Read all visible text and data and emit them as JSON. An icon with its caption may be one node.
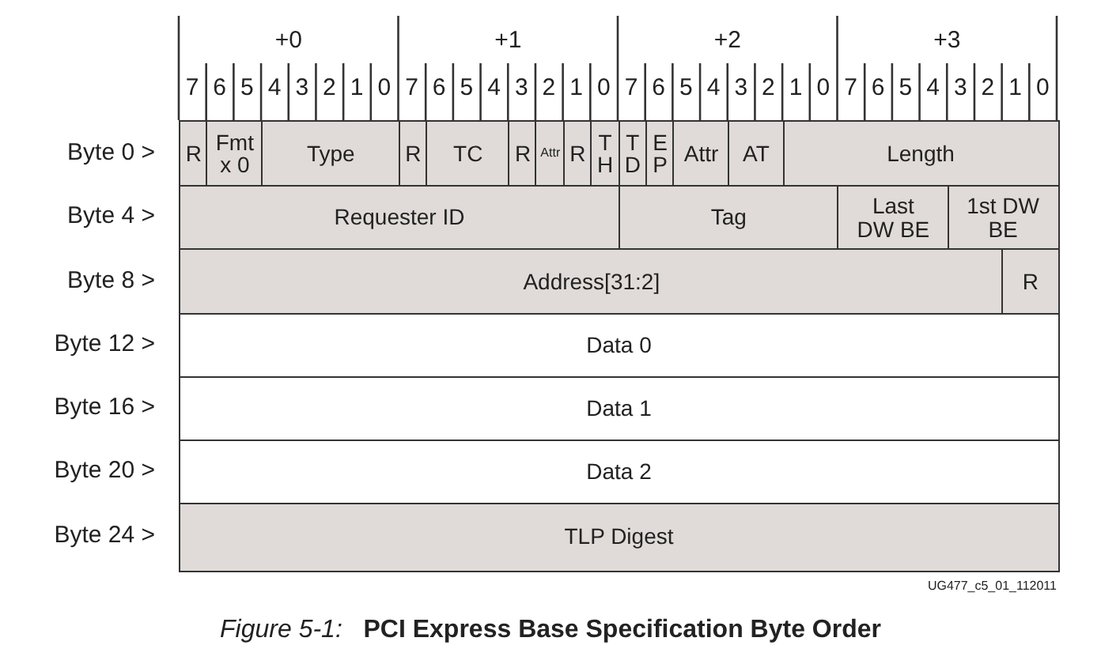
{
  "diagram": {
    "caption": "*Figure 5-1:*   **PCI Express Base Specification Byte Order**",
    "labels": [
      "+0",
      "+1",
      "+2",
      "+3",
      "7",
      "6",
      "5",
      "4",
      "3",
      "2",
      "1",
      "0",
      "7",
      "6",
      "5",
      "4",
      "3",
      "2",
      "1",
      "0",
      "7",
      "6",
      "5",
      "4",
      "3",
      "2",
      "1",
      "0",
      "7",
      "6",
      "5",
      "4",
      "3",
      "2",
      "1",
      "0",
      "Byte 0 >",
      "R",
      "Fmt x 0",
      "Type",
      "R",
      "TC",
      "R",
      "Attr",
      "R",
      "T H",
      "T D",
      "E P",
      "Attr",
      "AT",
      "Length",
      "Byte 4 >",
      "Requester ID",
      "Tag",
      "Last DW BE",
      "1st DW BE",
      "Byte 8 >",
      "Address[31:2]",
      "R",
      "Byte 12 >",
      "Data 0",
      "Byte 16 >",
      "Data 1",
      "Byte 20 >",
      "Data 2",
      "Byte 24 >",
      "TLP Digest",
      "UG477_c5_01_112011"
    ]
  }
}
